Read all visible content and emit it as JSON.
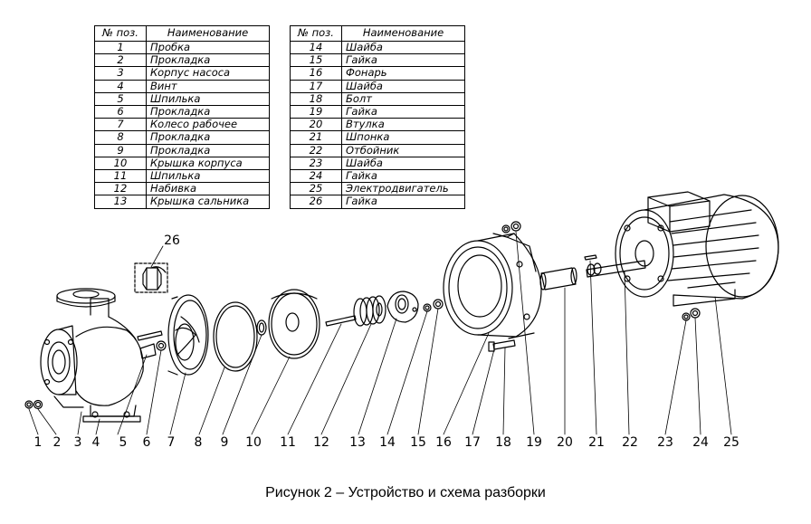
{
  "table_headers": {
    "pos": "№ поз.",
    "name": "Наименование"
  },
  "parts_left": [
    {
      "pos": "1",
      "name": "Пробка"
    },
    {
      "pos": "2",
      "name": "Прокладка"
    },
    {
      "pos": "3",
      "name": "Корпус насоса"
    },
    {
      "pos": "4",
      "name": "Винт"
    },
    {
      "pos": "5",
      "name": "Шпилька"
    },
    {
      "pos": "6",
      "name": "Прокладка"
    },
    {
      "pos": "7",
      "name": "Колесо рабочее"
    },
    {
      "pos": "8",
      "name": "Прокладка"
    },
    {
      "pos": "9",
      "name": "Прокладка"
    },
    {
      "pos": "10",
      "name": "Крышка корпуса"
    },
    {
      "pos": "11",
      "name": "Шпилька"
    },
    {
      "pos": "12",
      "name": "Набивка"
    },
    {
      "pos": "13",
      "name": "Крышка сальника"
    }
  ],
  "parts_right": [
    {
      "pos": "14",
      "name": "Шайба"
    },
    {
      "pos": "15",
      "name": "Гайка"
    },
    {
      "pos": "16",
      "name": "Фонарь"
    },
    {
      "pos": "17",
      "name": "Шайба"
    },
    {
      "pos": "18",
      "name": "Болт"
    },
    {
      "pos": "19",
      "name": "Гайка"
    },
    {
      "pos": "20",
      "name": "Втулка"
    },
    {
      "pos": "21",
      "name": "Шпонка"
    },
    {
      "pos": "22",
      "name": "Отбойник"
    },
    {
      "pos": "23",
      "name": "Шайба"
    },
    {
      "pos": "24",
      "name": "Гайка"
    },
    {
      "pos": "25",
      "name": "Электродвигатель"
    },
    {
      "pos": "26",
      "name": "Гайка"
    }
  ],
  "callouts": [
    "1",
    "2",
    "3",
    "4",
    "5",
    "6",
    "7",
    "8",
    "9",
    "10",
    "11",
    "12",
    "13",
    "14",
    "15",
    "16",
    "17",
    "18",
    "19",
    "20",
    "21",
    "22",
    "23",
    "24",
    "25",
    "26"
  ],
  "caption": "Рисунок 2 – Устройство и схема разборки"
}
